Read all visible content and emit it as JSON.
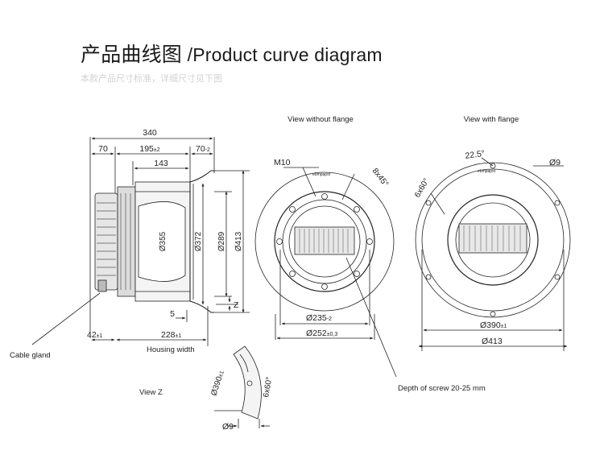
{
  "header": {
    "title_cn": "产品曲线图",
    "title_en": " /Product curve diagram",
    "subtitle": "本款产品尺寸标准，详细尺寸见下图"
  },
  "side_view": {
    "dim_overall": "340",
    "dim_70_left": "70",
    "dim_195": "195",
    "dim_195_tol": "±2",
    "dim_70_right": "70",
    "dim_70_right_tol": "-2",
    "dim_143": "143",
    "dia_355": "Ø355",
    "dia_372": "Ø372",
    "dia_289": "Ø289",
    "dia_413": "Ø413",
    "dim_5": "5",
    "dim_z": "Z",
    "dim_42": "42",
    "dim_42_tol": "±1",
    "dim_228": "228",
    "dim_228_tol": "±1",
    "housing_width_label": "Housing width",
    "cable_gland_label": "Cable gland"
  },
  "view_without_flange": {
    "label": "View without flange",
    "m10": "M10",
    "holes": "8x45°",
    "dia_235": "Ø235",
    "dia_235_tol": "-2",
    "dia_252": "Ø252",
    "dia_252_tol": "±0,3",
    "motor_badge": "ebmpapst",
    "screw_depth_label": "Depth of screw 20-25 mm"
  },
  "view_with_flange": {
    "label": "View with flange",
    "angle_22": "22.5°",
    "dia_9": "Ø9",
    "holes": "6x60°",
    "dia_390": "Ø390",
    "dia_390_tol": "±1",
    "dia_413": "Ø413",
    "motor_badge": "ebmpapst"
  },
  "view_z": {
    "label": "View Z",
    "dia_390": "Ø390",
    "dia_390_tol": "±1",
    "holes": "6x60°",
    "dia_9": "Ø9"
  }
}
